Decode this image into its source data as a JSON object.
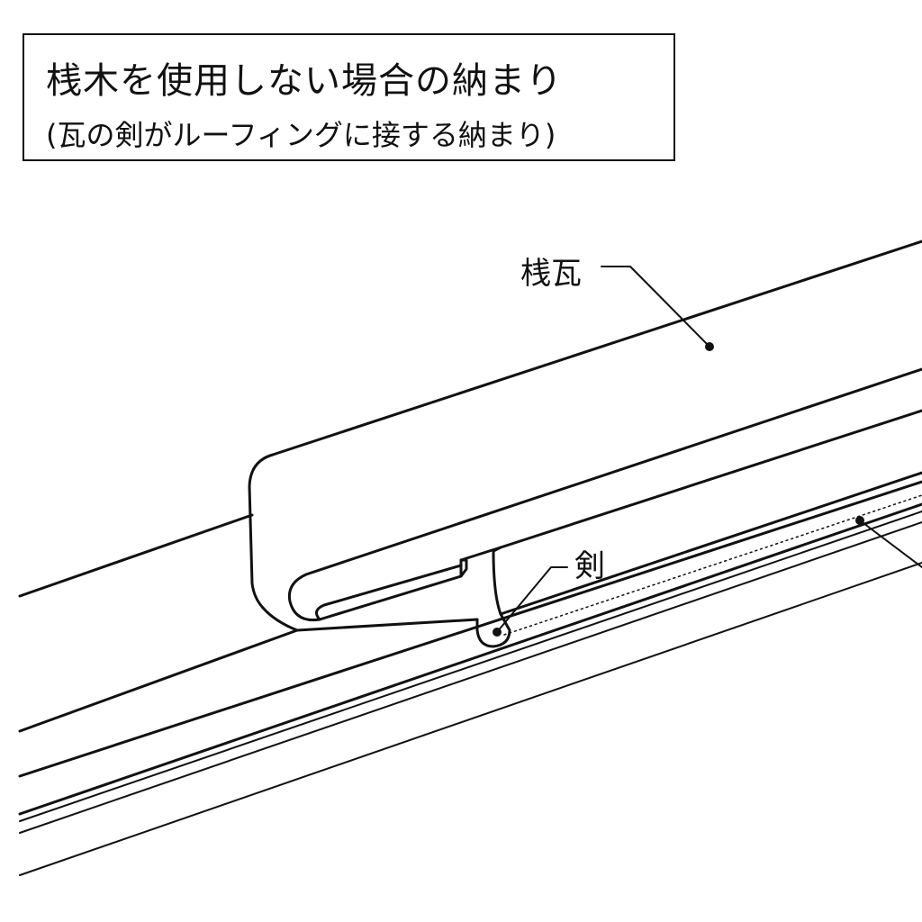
{
  "title": {
    "main": "桟木を使用しない場合の納まり",
    "sub": "(瓦の剣がルーフィングに接する納まり)"
  },
  "labels": {
    "tile": "桟瓦",
    "ken": "剣"
  }
}
